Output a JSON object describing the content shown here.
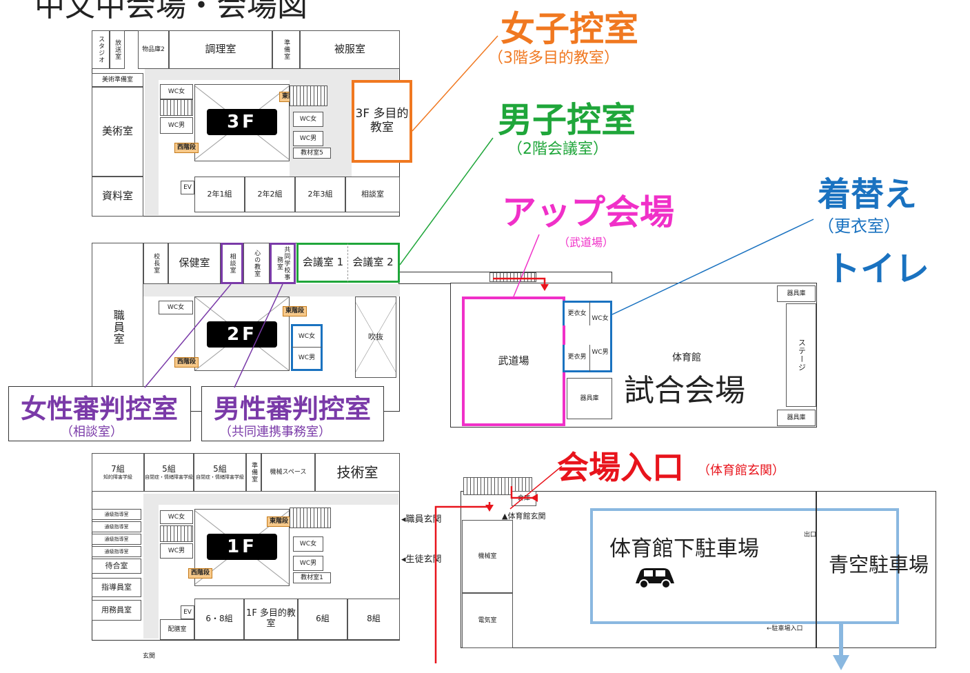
{
  "title": "中文中会場・会場図",
  "annotations": {
    "women_room": {
      "label": "女子控室",
      "sub": "（3階多目的教室）",
      "color": "#f07820"
    },
    "men_room": {
      "label": "男子控室",
      "sub": "（2階会議室）",
      "color": "#1fa63a"
    },
    "warmup": {
      "label": "アップ会場",
      "sub": "（武道場）",
      "color": "#f030c8"
    },
    "changing": {
      "label": "着替え",
      "sub": "（更衣室）",
      "label2": "トイレ",
      "color": "#1a72c0"
    },
    "entrance": {
      "label": "会場入口",
      "sub": "（体育館玄関）",
      "color": "#e8141c"
    },
    "female_judge": {
      "label": "女性審判控室",
      "sub": "（相談室）",
      "color": "#7a3aa8"
    },
    "male_judge": {
      "label": "男性審判控室",
      "sub": "（共同連携事務室）",
      "color": "#7a3aa8"
    }
  },
  "floor3": {
    "floor": "3F",
    "rooms": {
      "studio": "スタジオ",
      "broadcast": "放送室",
      "store2": "物品庫2",
      "cooking": "調理室",
      "prep": "準備室",
      "sewing": "被服室",
      "art_prep": "美術準備室",
      "art": "美術室",
      "multipurpose": "3F 多目的教室",
      "materials": "資料室",
      "ev": "EV",
      "class1": "2年1組",
      "class2": "2年2組",
      "class3": "2年3組",
      "consult": "相談室",
      "wc_f": "WC女",
      "wc_m": "WC男",
      "east": "東階段",
      "west": "西階段",
      "store5": "教材室5"
    }
  },
  "floor2": {
    "floor": "2F",
    "rooms": {
      "staff": "職員室",
      "principal": "校長室",
      "health": "保健室",
      "consult": "相談室",
      "heart": "心の教室",
      "joint": "共同学校事務室",
      "meeting1": "会議室 1",
      "meeting2": "会議室 2",
      "atrium": "吹抜",
      "wc_f": "WC女",
      "wc_m": "WC男",
      "east": "東階段",
      "west": "西階段",
      "budo": "武道場",
      "gym_small": "体育館",
      "gym_big": "試合会場",
      "stage": "ステージ",
      "equip1": "器具庫",
      "equip2": "器具庫",
      "equip3": "器具庫",
      "change_f": "更衣女",
      "change_m": "更衣男",
      "wc_gym_f": "WC女",
      "wc_gym_m": "WC男"
    }
  },
  "floor1": {
    "floor": "1F",
    "rooms": {
      "c7": "7組",
      "c7s": "知的障害学級",
      "c5a": "5組",
      "c5as": "自閉症・情緒障害学級",
      "c5b": "5組",
      "c5bs": "自閉症・情緒障害学級",
      "prep": "準備室",
      "machine_space": "機械スペース",
      "tech": "技術室",
      "counsel1": "通級指導室",
      "counsel2": "通級指導室",
      "counsel3": "通級指導室",
      "counsel4": "通級指導室",
      "waiting": "待合室",
      "guidance": "指導員室",
      "janitor": "用務員室",
      "ev": "EV",
      "print": "配膳室",
      "c68": "6・8組",
      "mp1": "1F 多目的教室",
      "c6": "6組",
      "c8": "8組",
      "store1": "教材室1",
      "wc_f": "WC女",
      "wc_m": "WC男",
      "east": "東階段",
      "west": "西階段",
      "staff_entrance": "◂職員玄関",
      "student_entrance": "◂生徒玄関",
      "entrance": "玄関",
      "gym_entrance": "▲体育館玄関",
      "machine": "機械室",
      "electric": "電気室",
      "storage": "倉庫",
      "parking_below": "体育館下駐車場",
      "aozora": "青空駐車場",
      "exit": "出口",
      "parking_entrance": "←駐車場入口"
    }
  }
}
